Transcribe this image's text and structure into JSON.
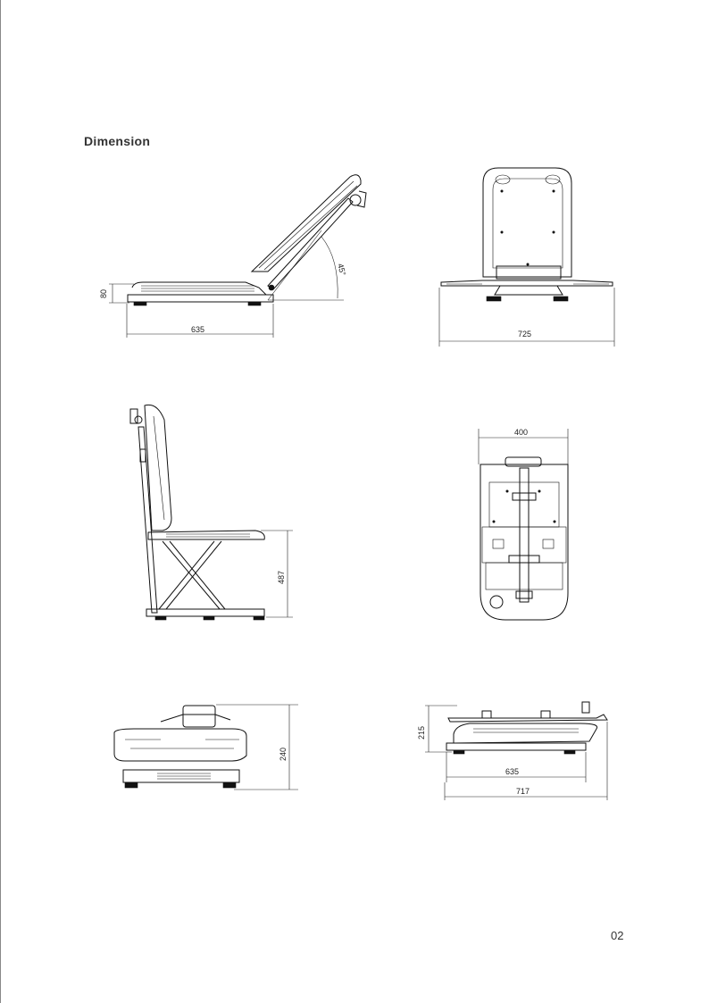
{
  "section": {
    "title": "Dimension"
  },
  "page": {
    "number": "02"
  },
  "views": [
    {
      "name": "reclined-side-view",
      "dimensions": {
        "height": "80",
        "length": "635",
        "angle": "45°"
      }
    },
    {
      "name": "reclined-rear-view",
      "dimensions": {
        "width": "725"
      }
    },
    {
      "name": "raised-side-view",
      "dimensions": {
        "seat_height": "487"
      }
    },
    {
      "name": "top-view",
      "dimensions": {
        "width": "400"
      }
    },
    {
      "name": "folded-front-view",
      "dimensions": {
        "height": "240"
      }
    },
    {
      "name": "folded-side-view",
      "dimensions": {
        "height": "215",
        "base_length": "635",
        "overall_length": "717"
      }
    }
  ]
}
